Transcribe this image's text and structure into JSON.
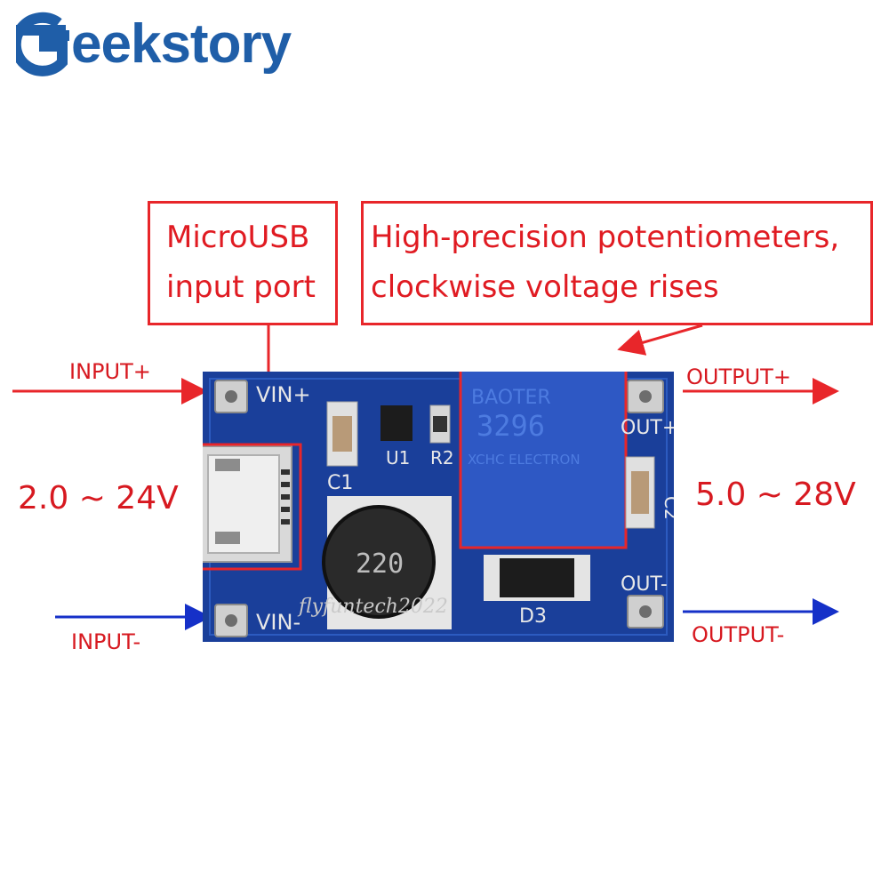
{
  "logo": {
    "brand": "eekstory",
    "color": "#1f5ea8"
  },
  "callouts": {
    "usb": {
      "line1": "MicroUSB",
      "line2": "input port"
    },
    "pot": {
      "line1": "High-precision potentiometers,",
      "line2": "clockwise voltage rises"
    }
  },
  "labels": {
    "input_plus": "INPUT+",
    "input_minus": "INPUT-",
    "output_plus": "OUTPUT+",
    "output_minus": "OUTPUT-",
    "input_range": "2.0 ~ 24V",
    "output_range": "5.0 ~ 28V"
  },
  "board": {
    "vin_plus": "VIN+",
    "vin_minus": "VIN-",
    "out_plus": "OUT+",
    "out_minus": "OUT-",
    "c1": "C1",
    "c2": "C2",
    "u1": "U1",
    "r2": "R2",
    "d3": "D3",
    "inductor": "220",
    "pot_brand": "BAOTER",
    "pot_model": "3296",
    "pot_maker": "XCHC ELECTRON"
  },
  "watermark": "flyfuntech2022",
  "colors": {
    "callout": "#e8262a",
    "pcb": "#1a3f9a",
    "arrow_red": "#e8262a",
    "arrow_blue": "#1530c8"
  }
}
